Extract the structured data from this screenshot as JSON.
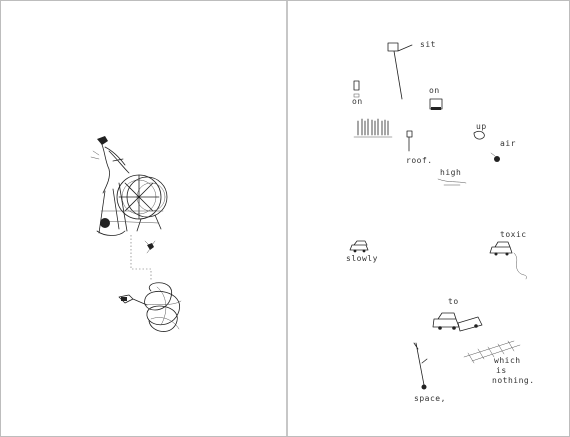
{
  "right_page": {
    "labels": {
      "sit": "sit",
      "on": "on",
      "on_small": "on",
      "roof": "roof.",
      "up": "up",
      "air": "air",
      "high": "high",
      "slowly": "slowly",
      "toxic": "toxic",
      "to": "to",
      "which": "which",
      "is": "is",
      "nothing": "nothing.",
      "space": "space,"
    }
  },
  "colors": {
    "ink": "#222222",
    "paper": "#ffffff",
    "border": "#bdbdbd"
  }
}
